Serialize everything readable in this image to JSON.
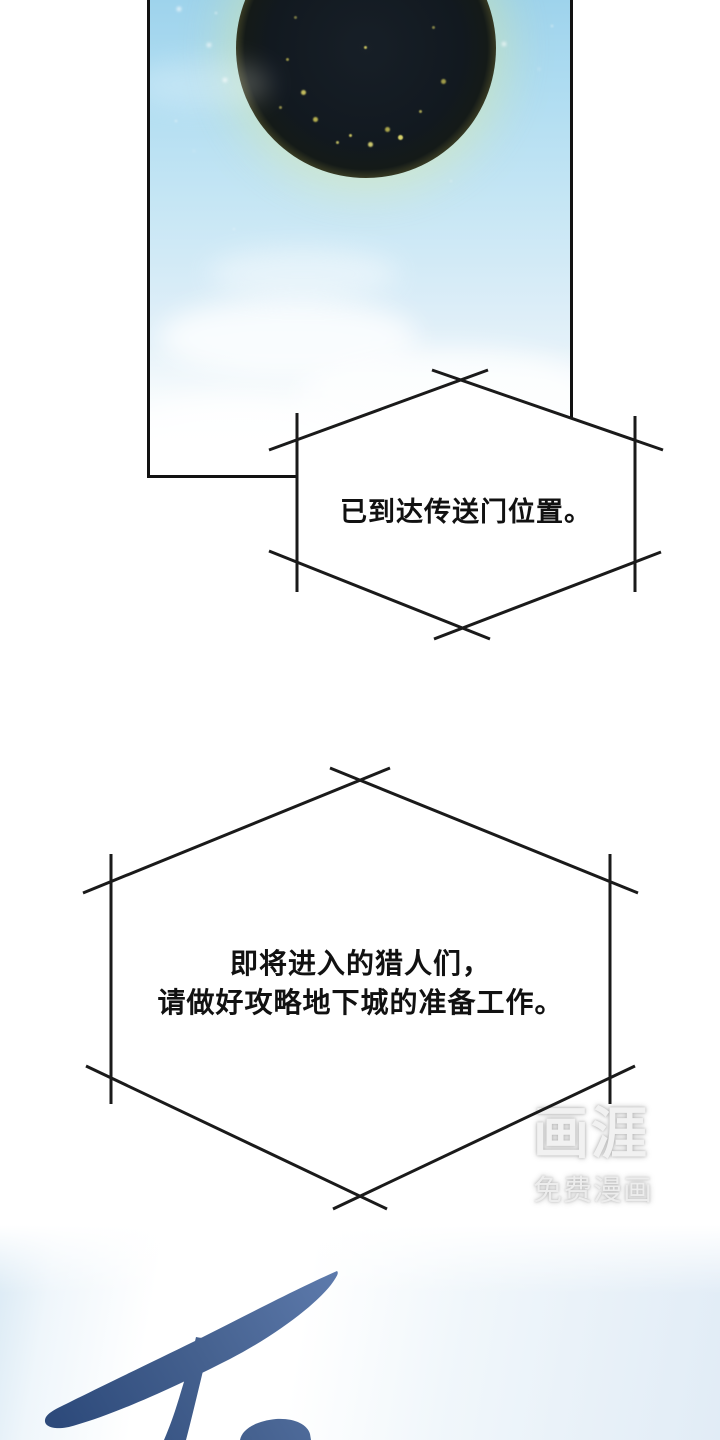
{
  "bubble1": {
    "text": "已到达传送门位置。"
  },
  "bubble2": {
    "line1": "即将进入的猎人们，",
    "line2": "请做好攻略地下城的准备工作。"
  },
  "watermark": {
    "brand": "画涯",
    "tagline": "免费漫画"
  },
  "colors": {
    "page_background": "#ffffff",
    "sky_top": "#9ed3ec",
    "portal_disk": "#141a20",
    "portal_ring": "#f7ef52",
    "bubble_outline": "#1a1a1a",
    "bubble_fill": "#ffffff",
    "text": "#111111",
    "brush_dark": "#2d4a7b",
    "brush_light": "#5d7aac",
    "watermark_gray": "#ededed"
  }
}
